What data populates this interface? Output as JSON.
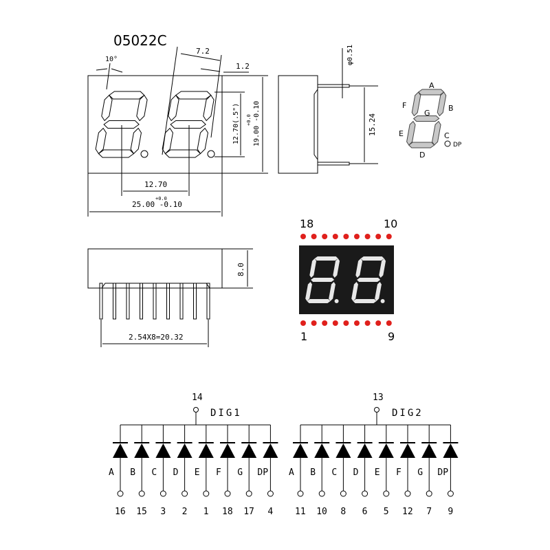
{
  "title": "05022C",
  "front_view": {
    "angle_label": "10°",
    "seg_width_label": "7.2",
    "slant_label": "1.2",
    "digit_height_label": "12.70(.5\")",
    "height_tol": "+0.0",
    "height_label": "19.00 -0.10",
    "pitch_label": "12.70",
    "width_tol": "+0.0",
    "width_label": "25.00 -0.10"
  },
  "side_view": {
    "pin_diameter_label": "φ0.51",
    "row_spacing_label": "15.24"
  },
  "segment_legend": {
    "labels": [
      "A",
      "B",
      "C",
      "D",
      "E",
      "F",
      "G",
      "DP"
    ]
  },
  "bottom_view": {
    "depth_label": "8.0",
    "pin_pitch_label": "2.54X8=20.32"
  },
  "pinout": {
    "top_left": "18",
    "top_right": "10",
    "bottom_left": "1",
    "bottom_right": "9",
    "led_color": "#e0201c",
    "body_color": "#1a1a1a"
  },
  "schematic": [
    {
      "name": "DIG1",
      "common_pin": "14",
      "segments": [
        "A",
        "B",
        "C",
        "D",
        "E",
        "F",
        "G",
        "DP"
      ],
      "pins": [
        "16",
        "15",
        "3",
        "2",
        "1",
        "18",
        "17",
        "4"
      ]
    },
    {
      "name": "DIG2",
      "common_pin": "13",
      "segments": [
        "A",
        "B",
        "C",
        "D",
        "E",
        "F",
        "G",
        "DP"
      ],
      "pins": [
        "11",
        "10",
        "8",
        "6",
        "5",
        "12",
        "7",
        "9"
      ]
    }
  ]
}
